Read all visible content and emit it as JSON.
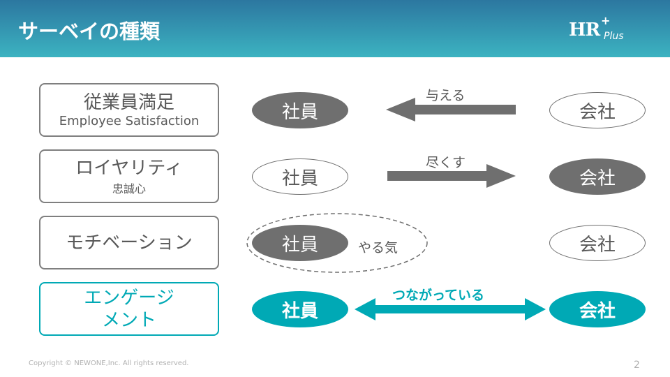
{
  "header": {
    "title": "サーベイの種類",
    "logo": "HR+Plus",
    "logo_main": "HR",
    "logo_sub": "Plus"
  },
  "rows": [
    {
      "title": "従業員満足",
      "subtitle": "Employee Satisfaction",
      "employee": "社員",
      "company": "会社",
      "relation": "与える"
    },
    {
      "title": "ロイヤリティ",
      "subtitle": "忠誠心",
      "employee": "社員",
      "company": "会社",
      "relation": "尽くす"
    },
    {
      "title": "モチベーション",
      "employee": "社員",
      "company": "会社",
      "relation": "やる気"
    },
    {
      "title_line1": "エンゲージ",
      "title_line2": "メント",
      "employee": "社員",
      "company": "会社",
      "relation": "つながっている"
    }
  ],
  "colors": {
    "teal": "#00a9b5",
    "gray": "#6f6f6f"
  },
  "footer": {
    "copyright": "Copyright © NEWONE,Inc. All rights reserved.",
    "page": "2"
  }
}
